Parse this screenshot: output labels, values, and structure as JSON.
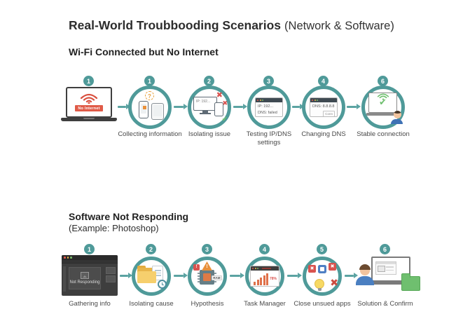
{
  "title": {
    "main": "Real-World Troubbooding Scenarios",
    "suffix": "(Network & Software)"
  },
  "colors": {
    "teal": "#4f9a99",
    "red": "#d9534f",
    "orange": "#e8913c",
    "green": "#6fbf6f"
  },
  "icons": {
    "check": "✔",
    "cross": "✖",
    "question": "?",
    "exclaim": "!"
  },
  "wifi_flow": {
    "heading": "Wi-Fi Connected but No Internet",
    "source": {
      "badge": "1",
      "alert_text": "No Internet"
    },
    "steps": [
      {
        "badge": "1",
        "label": "Collecting information"
      },
      {
        "badge": "2",
        "label": "Isolating issue",
        "monitor_text": "IP: 192..."
      },
      {
        "badge": "3",
        "label": "Testing IP/DNS settings",
        "window_line1": "IP: 192...",
        "window_line2": "DNS: failed"
      },
      {
        "badge": "4",
        "label": "Changing DNS",
        "window_line1": "DNS: 8.8.8.8",
        "button_text": "Conn"
      },
      {
        "badge": "6",
        "label": "Stable connection"
      }
    ]
  },
  "software_flow": {
    "heading": "Software Not Responding",
    "subheading": "(Example: Photoshop)",
    "steps": [
      {
        "badge": "1",
        "label": "Gathering info",
        "window_text": "Not Responding"
      },
      {
        "badge": "2",
        "label": "Isolating cause"
      },
      {
        "badge": "3",
        "label": "Hypothesis",
        "chip_text": "RAM"
      },
      {
        "badge": "4",
        "label": "Task Manager",
        "stat_text": "78%"
      },
      {
        "badge": "5",
        "label": "Close unsued apps"
      },
      {
        "badge": "6",
        "label": "Solution & Confirm"
      }
    ]
  }
}
